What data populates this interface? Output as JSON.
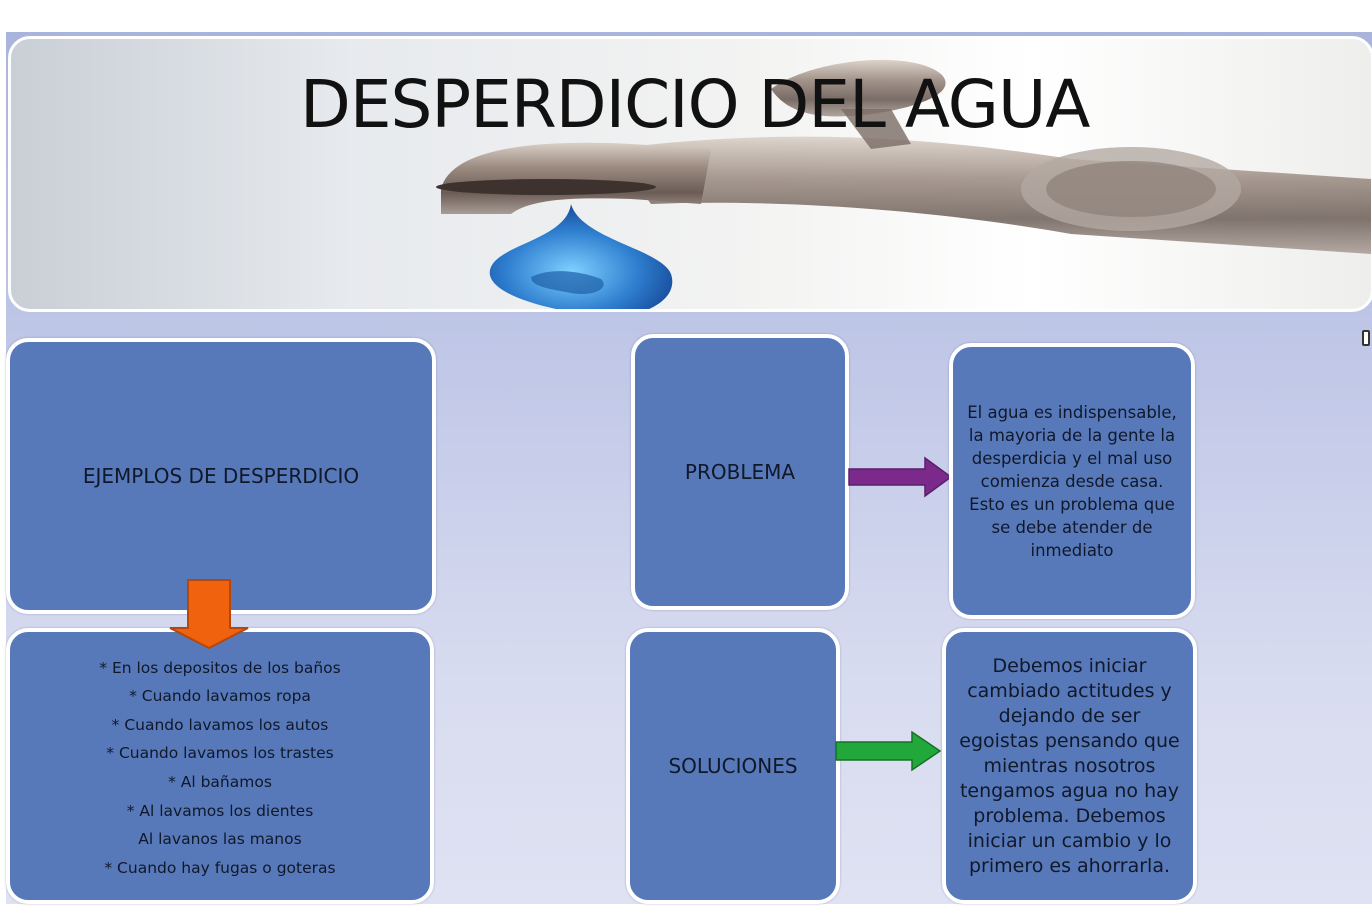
{
  "title": "DESPERDICIO DEL AGUA",
  "boxes": {
    "ejemplos": "EJEMPLOS DE DESPERDICIO",
    "problema": "PROBLEMA",
    "problema_desc": "El agua es indispensable, la mayoria de la gente la desperdicia y el mal uso comienza desde casa. Esto es un problema que se debe atender de inmediato",
    "soluciones": "SOLUCIONES",
    "soluciones_desc": "Debemos iniciar cambiado actitudes y dejando de ser egoistas pensando que mientras nosotros tengamos agua no hay problema. Debemos iniciar un cambio y lo primero es ahorrarla."
  },
  "ejemplos_list": [
    "* En los depositos de los baños",
    "* Cuando lavamos ropa",
    "* Cuando lavamos los autos",
    "* Cuando lavamos los trastes",
    "* Al bañamos",
    "* Al lavamos los dientes",
    "Al lavanos las manos",
    "* Cuando hay fugas o goteras"
  ],
  "colors": {
    "box_fill": "#5779b9",
    "arrow_down": "#f0620e",
    "arrow_problem": "#7b2a8c",
    "arrow_solution": "#22a83a"
  },
  "icons": {
    "banner": "water-faucet-drop-image"
  }
}
